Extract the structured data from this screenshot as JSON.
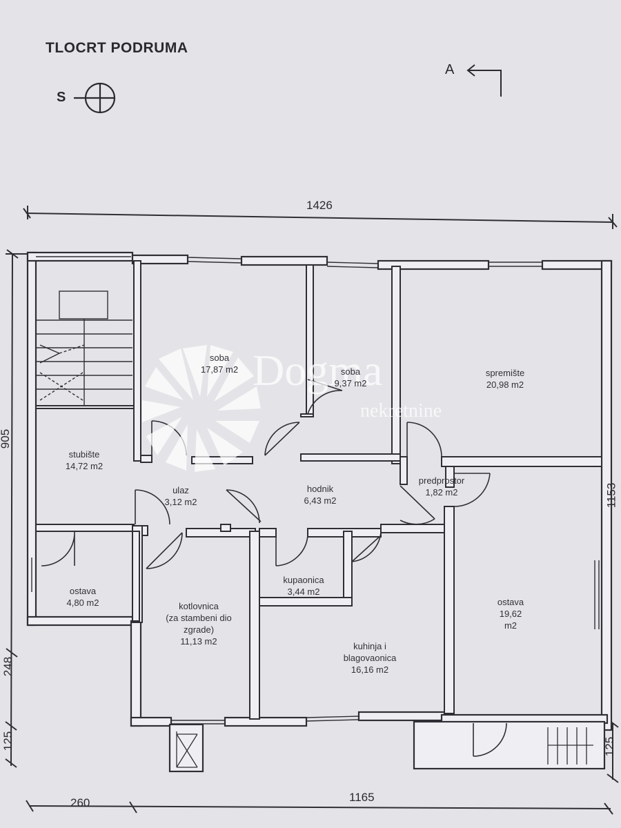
{
  "title": "TLOCRT PODRUMA",
  "north_label": "S",
  "section_label": "A",
  "dimensions": {
    "top_total": "1426",
    "left_height": "905",
    "right_height": "1153",
    "left_mid": "248",
    "left_bottom": "125",
    "right_bottom": "125",
    "bottom_left": "260",
    "bottom_right": "1165"
  },
  "rooms": [
    {
      "name": "soba",
      "area": "17,87 m2"
    },
    {
      "name": "soba",
      "area": "9,37 m2"
    },
    {
      "name": "spremište",
      "area": "20,98 m2"
    },
    {
      "name": "stubište",
      "area": "14,72 m2"
    },
    {
      "name": "ulaz",
      "area": "3,12 m2"
    },
    {
      "name": "hodnik",
      "area": "6,43 m2"
    },
    {
      "name": "predprostor",
      "area": "1,82 m2"
    },
    {
      "name": "ostava",
      "area": "4,80 m2"
    },
    {
      "name": "kotlovnica",
      "extra": [
        "(za stambeni dio",
        "zgrade)"
      ],
      "area": "11,13 m2"
    },
    {
      "name": "kupaonica",
      "area": "3,44 m2"
    },
    {
      "name": "kuhinja i",
      "extra": [
        "blagovaonica"
      ],
      "area": "16,16 m2"
    },
    {
      "name": "ostava",
      "area": "19,62",
      "unit": "m2"
    }
  ],
  "watermark": {
    "brand": "Dogma",
    "sub": "nekretnine"
  },
  "colors": {
    "paper": "#e4e4e8",
    "ink": "#2a2a2e",
    "watermark": "#ffffff"
  }
}
